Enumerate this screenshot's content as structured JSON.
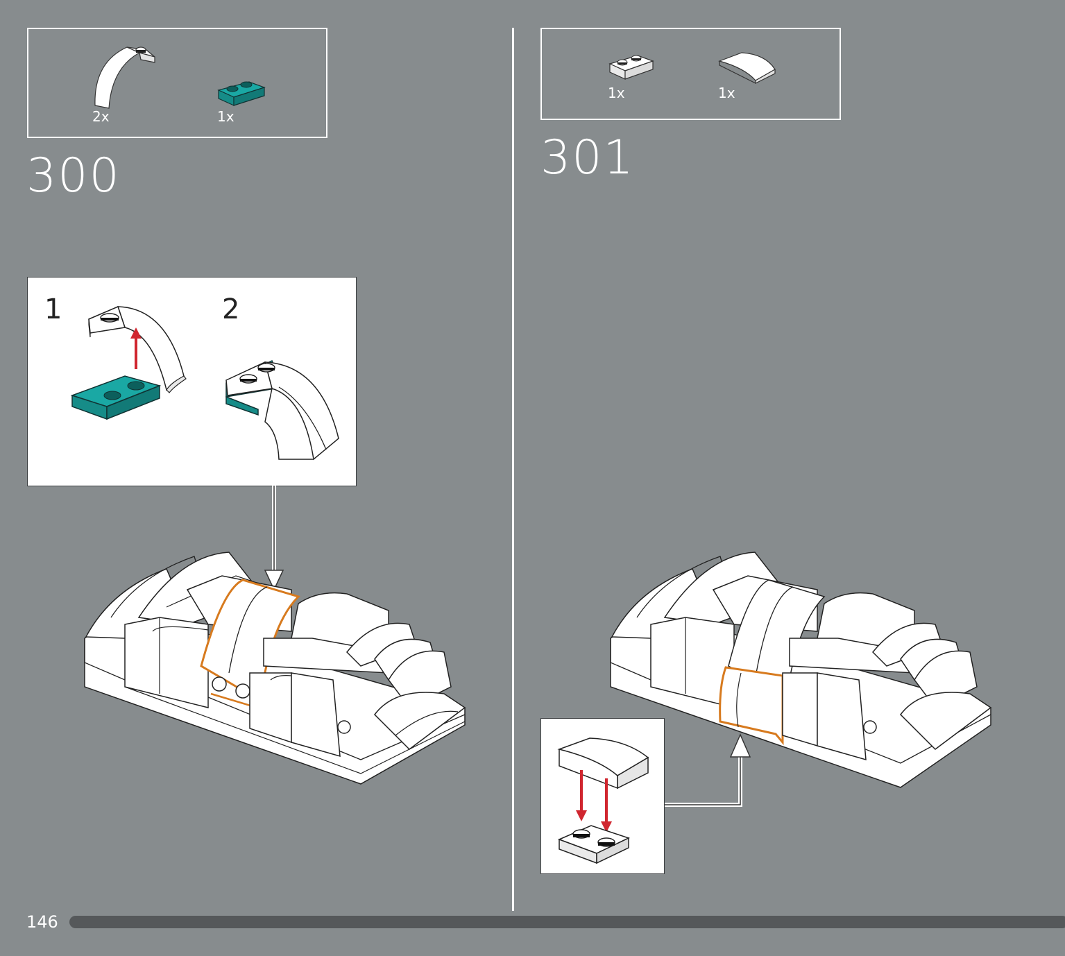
{
  "page": {
    "number": "146"
  },
  "colors": {
    "background": "#878c8e",
    "teal": "#1a9a96",
    "arrow_red": "#d0262f",
    "highlight": "#d77a1e",
    "progress": "#55585a"
  },
  "steps": [
    {
      "number": "300",
      "parts": [
        {
          "icon": "curved-arch-brick-icon",
          "qty": "2x"
        },
        {
          "icon": "teal-plate-1x2-icon",
          "qty": "1x"
        }
      ],
      "substeps": [
        "1",
        "2"
      ]
    },
    {
      "number": "301",
      "parts": [
        {
          "icon": "white-plate-1x2-icon",
          "qty": "1x"
        },
        {
          "icon": "white-curved-slope-icon",
          "qty": "1x"
        }
      ]
    }
  ]
}
